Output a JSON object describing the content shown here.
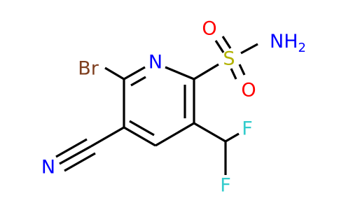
{
  "molecule": {
    "atoms": {
      "br": {
        "label": "Br",
        "color": "#7f3f1f"
      },
      "n_ring": {
        "label": "N",
        "color": "#0000ff"
      },
      "s": {
        "label": "S",
        "color": "#b2b200"
      },
      "o_top": {
        "label": "O",
        "color": "#ff0000"
      },
      "o_bottom": {
        "label": "O",
        "color": "#ff0000"
      },
      "nh2": {
        "label": "NH",
        "subscript": "2",
        "color": "#0000ff"
      },
      "n_nitrile": {
        "label": "N",
        "color": "#0000ff"
      },
      "f_top": {
        "label": "F",
        "color": "#33cccc"
      },
      "f_bottom": {
        "label": "F",
        "color": "#33cccc"
      }
    },
    "bond_color": "#000000"
  }
}
